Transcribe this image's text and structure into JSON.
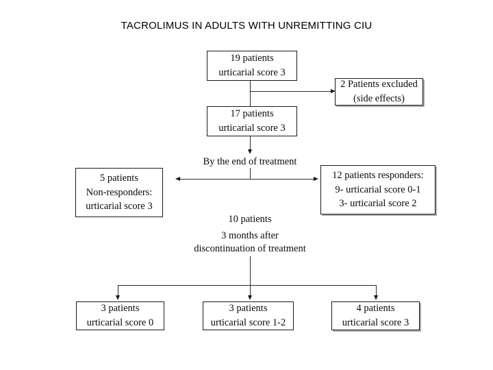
{
  "title": "TACROLIMUS IN ADULTS WITH UNREMITTING CIU",
  "diagram": {
    "type": "flowchart",
    "nodes": {
      "enrolled": {
        "line1": "19 patients",
        "line2": "urticarial score 3"
      },
      "excluded": {
        "line1": "2  Patients excluded",
        "line2": "(side effects)"
      },
      "continued": {
        "line1": "17 patients",
        "line2": "urticarial score 3"
      },
      "end_of_treatment_label": "By the end of treatment",
      "non_responders": {
        "line1": "5 patients",
        "line2": "Non-responders:",
        "line3": "urticarial  score 3"
      },
      "responders": {
        "line1": "12 patients responders:",
        "line2": "9- urticarial score 0-1",
        "line3": "3- urticarial score 2"
      },
      "followup_count": "10 patients",
      "followup_label_line1": "3 months after",
      "followup_label_line2": "discontinuation of treatment",
      "outcome_left": {
        "line1": "3 patients",
        "line2": "urticarial score 0"
      },
      "outcome_middle": {
        "line1": "3 patients",
        "line2": "urticarial score 1-2"
      },
      "outcome_right": {
        "line1": "4 patients",
        "line2": "urticarial score 3"
      }
    },
    "colors": {
      "background": "#ffffff",
      "text": "#000000",
      "box_border": "#1a1a1a",
      "connector": "#2a2a2a",
      "box_shadow": "#a8a8a8"
    }
  }
}
